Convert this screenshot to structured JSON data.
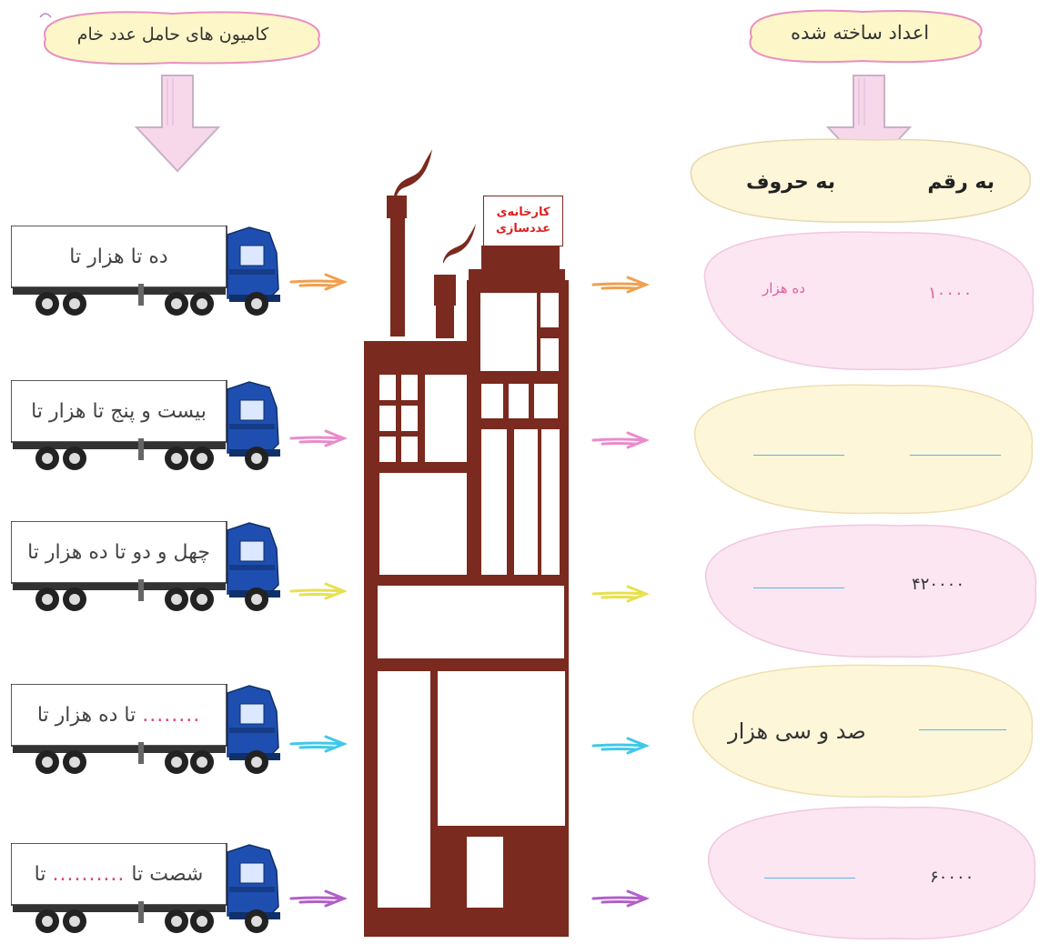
{
  "header": {
    "left_cloud_label": "کامیون های حامل عدد خام",
    "right_cloud_label": "اعداد ساخته شده"
  },
  "columns": {
    "digits_label": "به رقم",
    "words_label": "به حروف"
  },
  "factory": {
    "sign_line1": "کارخانه‌ی",
    "sign_line2": "عددسازی"
  },
  "trucks": [
    {
      "text": "ده تا هزار تا",
      "dots": ""
    },
    {
      "text": "بیست و پنج تا هزار تا",
      "dots": ""
    },
    {
      "text": "چهل و دو تا ده هزار تا",
      "dots": ""
    },
    {
      "text": "تا ده هزار تا",
      "dots": "........"
    },
    {
      "text_before": "شصت تا",
      "dots": "..........",
      "text_after": "تا"
    }
  ],
  "results": [
    {
      "digits": "۱۰۰۰۰",
      "words": "ده هزار",
      "digits_blank": false,
      "words_blank": false
    },
    {
      "digits": "",
      "words": "",
      "digits_blank": true,
      "words_blank": true
    },
    {
      "digits": "۴۲۰۰۰۰",
      "words": "",
      "digits_blank": false,
      "words_blank": true
    },
    {
      "digits": "",
      "words": "صد و سی هزار",
      "digits_blank": true,
      "words_blank": false
    },
    {
      "digits": "۶۰۰۰۰",
      "words": "",
      "digits_blank": false,
      "words_blank": true
    }
  ],
  "colors": {
    "arrow_row1": "#f0a050",
    "arrow_row2": "#e88ccc",
    "arrow_row3": "#e8e050",
    "arrow_row4": "#40c8e8",
    "arrow_row5": "#b060c8",
    "factory": "#7a2a1e",
    "truck_blue": "#1e4fb0",
    "blob_pink": "#fbe6f2",
    "blob_yellow": "#fdf6d8"
  }
}
